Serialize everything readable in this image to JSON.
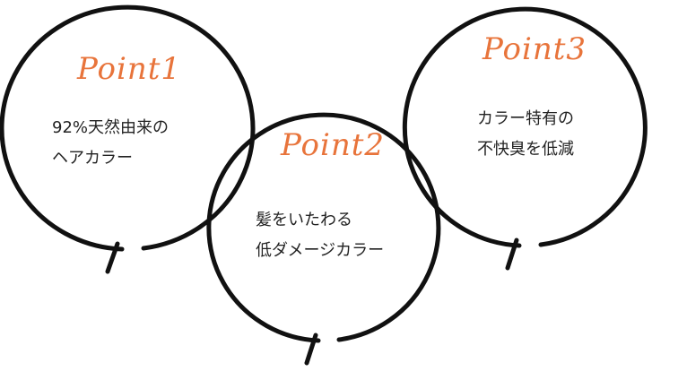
{
  "colors": {
    "accent": "#e8743b",
    "ring": "#111111",
    "text": "#222222"
  },
  "points": [
    {
      "title": "Point1",
      "lines": [
        "92%天然由来の",
        "ヘアカラー"
      ]
    },
    {
      "title": "Point2",
      "lines": [
        "髪をいたわる",
        "低ダメージカラー"
      ]
    },
    {
      "title": "Point3",
      "lines": [
        "カラー特有の",
        "不快臭を低減"
      ]
    }
  ]
}
